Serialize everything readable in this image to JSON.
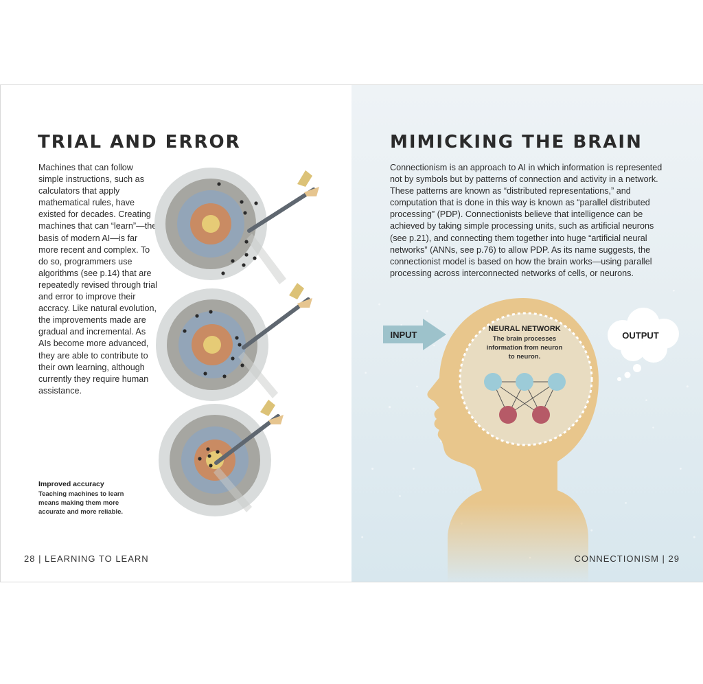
{
  "left_page": {
    "title": "TRIAL AND ERROR",
    "body": "Machines that can follow simple instructions, such as calculators that apply mathematical rules, have existed for decades. Creating machines that can “learn”—the basis of modern AI—is far more recent and complex. To do so, programmers use algorithms (see p.14) that are repeatedly revised through trial and error to improve their accracy. Like natural evolution, the improvements made are gradual and incremental. As AIs become more advanced, they are able to contribute to their own learning, although currently they require human assistance.",
    "caption_title": "Improved accuracy",
    "caption_text": "Teaching machines to learn means making them more accurate and more reliable.",
    "footer": "28 | LEARNING TO LEARN"
  },
  "right_page": {
    "title": "MIMICKING THE BRAIN",
    "body": "Connectionism is an approach to AI in which information is represented not by symbols but by patterns of connection and activity in a network. These patterns are known as “distributed representations,” and computation that is done in this way is known as “parallel distributed processing” (PDP). Connectionists believe that intelligence can be achieved by taking simple processing units, such as artificial neurons (see p.21), and connecting them together into huge “artificial neural networks” (ANNs, see p.76) to allow PDP. As its name suggests, the connectionist model is based on how the brain works—using parallel processing across interconnected networks of cells, or neurons.",
    "input_label": "INPUT",
    "output_label": "OUTPUT",
    "network_title": "NEURAL NETWORK",
    "network_text_1": "The brain processes",
    "network_text_2": "information from neuron",
    "network_text_3": "to neuron.",
    "footer": "CONNECTIONISM | 29"
  },
  "colors": {
    "target_outer": "#d9dcdc",
    "target_ring2": "#a6a6a1",
    "target_ring3": "#93a5b8",
    "target_ring4": "#c98b63",
    "target_bull": "#e6cb76",
    "arrow_shaft": "#5f6770",
    "fletching": "#dcc277",
    "head": "#e6c58f",
    "circle_bg": "#e8dcc1",
    "node_blue": "#9ccbd8",
    "node_red": "#b65a67",
    "input_arrow": "#9dc2cb"
  }
}
